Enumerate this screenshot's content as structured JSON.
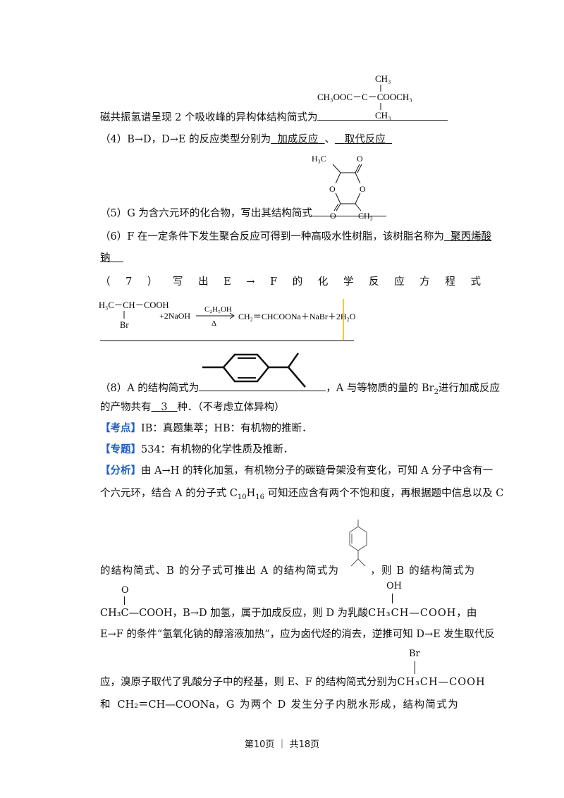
{
  "q3": {
    "text": "磁共振氢谱呈现 2 个吸收峰的异构体结构简式为",
    "struct_top": "CH₃",
    "struct_mid": "CH₃OOC－C－COOCH₃",
    "struct_bottom": "CH₃"
  },
  "q4": {
    "prefix": "（4）B→D，D→E 的反应类型分别为",
    "answer1": "加成反应",
    "sep": "、",
    "answer2": "取代反应"
  },
  "q5": {
    "text": "（5）G 为含六元环的化合物，写出其结构简式",
    "h3c": "H₃C",
    "o1": "O",
    "o2": "O",
    "o3": "O",
    "o4": "O",
    "ch3": "CH₃"
  },
  "q6": {
    "text": "（6）F 在一定条件下发生聚合反应可得到一种高吸水性树脂，该树脂名称为",
    "answer_a": "聚丙烯酸",
    "answer_b": "钠"
  },
  "q7": {
    "chars": [
      "（",
      "7",
      "）",
      "写",
      "出",
      "E",
      "→",
      "F",
      "的",
      "化",
      "学",
      "反",
      "应",
      "方",
      "程",
      "式"
    ],
    "reactant": "H₃C－CH－COOH",
    "br": "Br",
    "naoh": "+2NaOH",
    "cond_top": "C₂H₅OH",
    "cond_bottom": "Δ",
    "product": "CH₂＝CHCOONa＋NaBr＋2H₂O"
  },
  "q8": {
    "prefix": "（8）A 的结构简式为",
    "mid": "，A 与等物质的量的 Br",
    "sub": "2",
    "suffix": "进行加成反应",
    "line2a": "的产物共有",
    "answer": "3",
    "line2b": "种．（不考虑立体异构）"
  },
  "kaodian": {
    "label": "【考点】",
    "text": "IB：真题集萃；HB：有机物的推断．"
  },
  "zhuanti": {
    "label": "【专题】",
    "text": "534：有机物的化学性质及推断．"
  },
  "fenxi": {
    "label": "【分析】",
    "l1": "由 A→H 的转化加氢，有机物分子的碳链骨架没有变化，可知 A 分子中含有一",
    "l2a": "个六元环，结合 A 的分子式 C",
    "l2s1": "10",
    "l2b": "H",
    "l2s2": "16",
    "l2c": " 可知还应含有两个不饱和度，再根据题中信息以及 C",
    "l3a": "的结构简式、B 的分子式可推出 A 的结构简式为",
    "l3b": "，则 B 的结构简式为",
    "pyruvic_o": "O",
    "pyruvic": "CH₃C—COOH",
    "l4a": "，B→D 加氢，属于加成反应，则 D 为乳酸",
    "lactic_oh": "OH",
    "lactic": "CH₃CH—COOH",
    "l4b": "，由",
    "l5": "E→F 的条件“氢氧化钠的醇溶液加热”，应为卤代烃的消去，逆推可知 D→E 发生取代反",
    "l6a": "应，溴原子取代了乳酸分子中的羟基，则 E、F 的结构简式分别为",
    "e_br": "Br",
    "e_struct": "CH₃CH—COOH",
    "l7a": "和",
    "f_struct": "CH₂＝CH—COONa",
    "l7b": "，G 为两个 D 发生分子内脱水形成，结构简式为"
  },
  "footer": "第10页 ｜ 共18页"
}
